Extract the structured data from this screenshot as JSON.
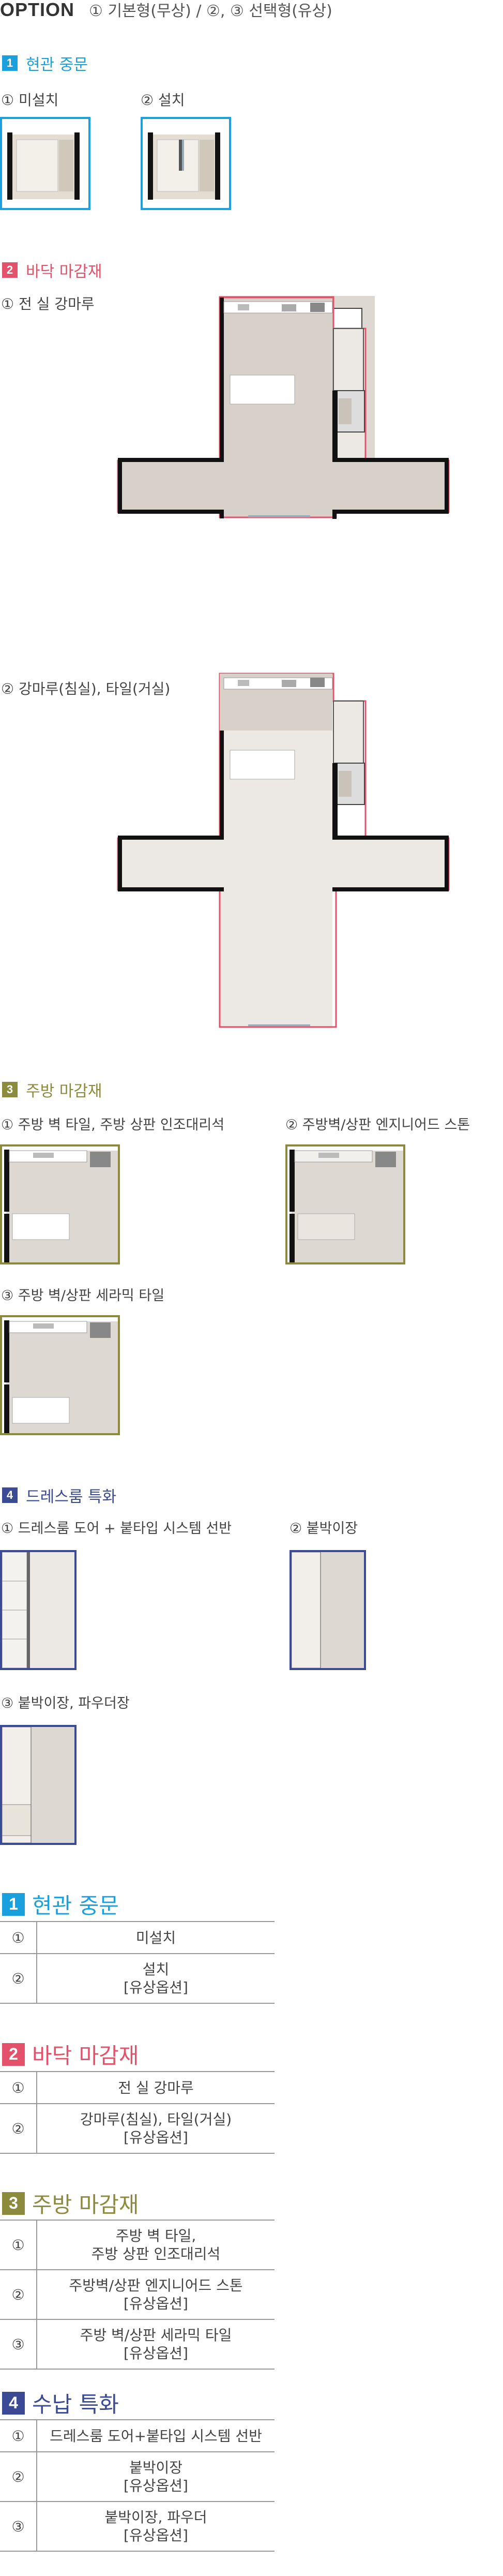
{
  "header": {
    "title": "OPTION",
    "subtitle": "① 기본형(무상) / ②, ③ 선택형(유상)"
  },
  "colors": {
    "blue": "#1aa0dc",
    "pink": "#e3516b",
    "olive": "#8c8a3c",
    "navy": "#3a4a95"
  },
  "section1": {
    "num": "1",
    "title": "현관 중문",
    "items": [
      {
        "label": "① 미설치"
      },
      {
        "label": "② 설치"
      }
    ]
  },
  "section2": {
    "num": "2",
    "title": "바닥 마감재",
    "items": [
      {
        "label": "① 전 실 강마루"
      },
      {
        "label": "② 강마루(침실), 타일(거실)"
      }
    ]
  },
  "section3": {
    "num": "3",
    "title": "주방 마감재",
    "items": [
      {
        "label": "① 주방 벽 타일, 주방 상판 인조대리석"
      },
      {
        "label": "② 주방벽/상판 엔지니어드 스톤"
      },
      {
        "label": "③ 주방 벽/상판 세라믹 타일"
      }
    ]
  },
  "section4": {
    "num": "4",
    "title": "드레스룸 특화",
    "items": [
      {
        "label": "① 드레스룸 도어 + 붙타입 시스템 선반"
      },
      {
        "label": "② 붙박이장"
      },
      {
        "label": "③ 붙박이장, 파우더장"
      }
    ]
  },
  "tables": [
    {
      "num": "1",
      "title": "현관 중문",
      "rows": [
        {
          "n": "①",
          "text": "미설치"
        },
        {
          "n": "②",
          "text": "설치\n[유상옵션]"
        }
      ]
    },
    {
      "num": "2",
      "title": "바닥 마감재",
      "rows": [
        {
          "n": "①",
          "text": "전 실 강마루"
        },
        {
          "n": "②",
          "text": "강마루(침실), 타일(거실)\n[유상옵션]"
        }
      ]
    },
    {
      "num": "3",
      "title": "주방 마감재",
      "rows": [
        {
          "n": "①",
          "text": "주방 벽 타일,\n주방 상판 인조대리석"
        },
        {
          "n": "②",
          "text": "주방벽/상판 엔지니어드 스톤\n[유상옵션]"
        },
        {
          "n": "③",
          "text": "주방 벽/상판 세라믹 타일\n[유상옵션]"
        }
      ]
    },
    {
      "num": "4",
      "title": "수납 특화",
      "rows": [
        {
          "n": "①",
          "text": "드레스룸 도어+붙타입 시스템 선반"
        },
        {
          "n": "②",
          "text": "붙박이장\n[유상옵션]"
        },
        {
          "n": "③",
          "text": "붙박이장, 파우더\n[유상옵션]"
        }
      ]
    }
  ]
}
